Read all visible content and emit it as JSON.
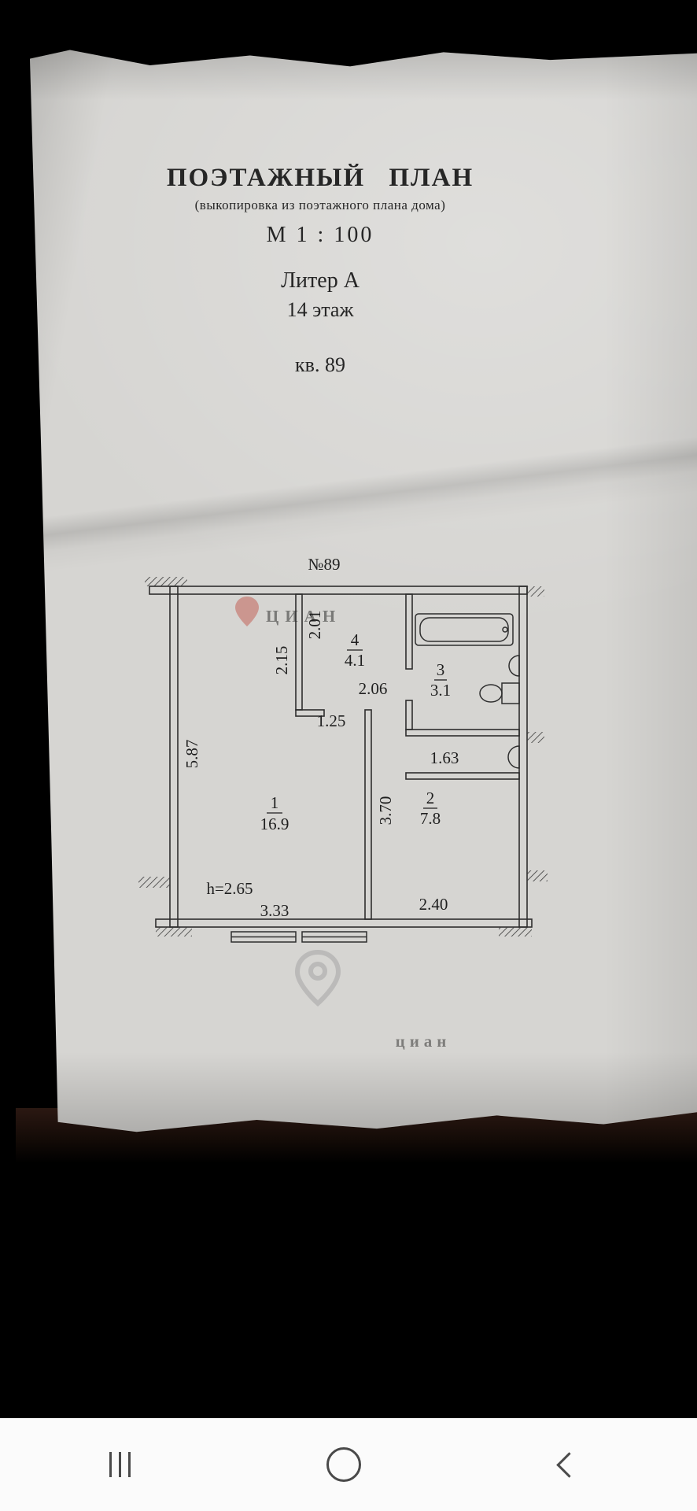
{
  "document": {
    "title": "ПОЭТАЖНЫЙ ПЛАН",
    "subtitle": "(выкопировка из поэтажного плана дома)",
    "scale": "М 1 : 100",
    "liter": "Литер А",
    "floor": "14 этаж",
    "apartment": "кв. 89"
  },
  "plan": {
    "number_label": "№89",
    "rooms": {
      "room1": {
        "number": "1",
        "area": "16.9"
      },
      "room2": {
        "number": "2",
        "area": "7.8"
      },
      "room3": {
        "number": "3",
        "area": "3.1"
      },
      "room4": {
        "number": "4",
        "area": "4.1"
      }
    },
    "dims": {
      "w_room4": "2.01",
      "h_room4": "2.15",
      "w_room2_top": "2.06",
      "door_hall": "1.25",
      "niche": "1.63",
      "h_room1": "5.87",
      "h_room2": "3.70",
      "w_room1": "3.33",
      "w_room2": "2.40",
      "ceiling": "h=2.65"
    },
    "watermark_top": "ЦИАН",
    "watermark_bottom": "циан"
  },
  "navbar": {
    "icons": [
      "recents-icon",
      "home-icon",
      "back-icon"
    ]
  },
  "colors": {
    "paper": "#d6d5d2",
    "ink": "#2e2e2e",
    "watermark_red": "#bf4a3e",
    "watermark_gray": "#9b9b9b",
    "navbar_bg": "#fbfbfb"
  }
}
